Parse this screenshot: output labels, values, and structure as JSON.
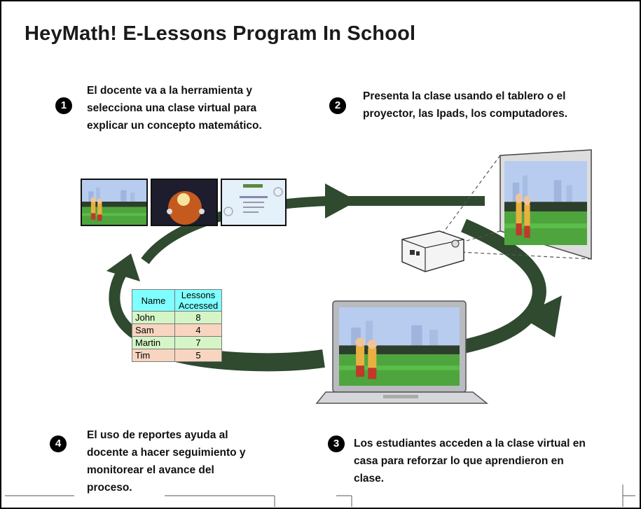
{
  "title": "HeyMath! E-Lessons Program In School",
  "steps": [
    {
      "number": "1",
      "lines": [
        "El docente va a la herramienta y",
        "selecciona una clase virtual para",
        "explicar un concepto matemático."
      ]
    },
    {
      "number": "2",
      "lines": [
        "Presenta la clase usando el tablero o el",
        "proyector, las Ipads, los computadores."
      ]
    },
    {
      "number": "3",
      "lines": [
        "Los estudiantes acceden a la clase virtual en",
        "casa para reforzar lo que aprendieron en",
        "clase."
      ]
    },
    {
      "number": "4",
      "lines": [
        "El uso de reportes ayuda al",
        "docente a hacer seguimiento y",
        "monitorear el avance del",
        "proceso."
      ]
    }
  ],
  "report_table": {
    "headers": [
      "Name",
      "Lessons\nAccessed"
    ],
    "header_lines": [
      [
        "Name"
      ],
      [
        "Lessons",
        "Accessed"
      ]
    ],
    "rows": [
      {
        "name": "John",
        "lessons": "8"
      },
      {
        "name": "Sam",
        "lessons": "4"
      },
      {
        "name": "Martin",
        "lessons": "7"
      },
      {
        "name": "Tim",
        "lessons": "5"
      }
    ]
  },
  "colors": {
    "cycle_arrow": "#2f4a2f",
    "header_cell": "#7fffff",
    "row_green": "#d5f5c6",
    "row_peach": "#f8d5c0",
    "sky": "#b8ccf0",
    "field": "#4ea53d"
  },
  "icons": [
    "cycle-arrow-icon",
    "lesson-thumbnails-icon",
    "projector-icon",
    "projection-screen-icon",
    "laptop-icon"
  ]
}
